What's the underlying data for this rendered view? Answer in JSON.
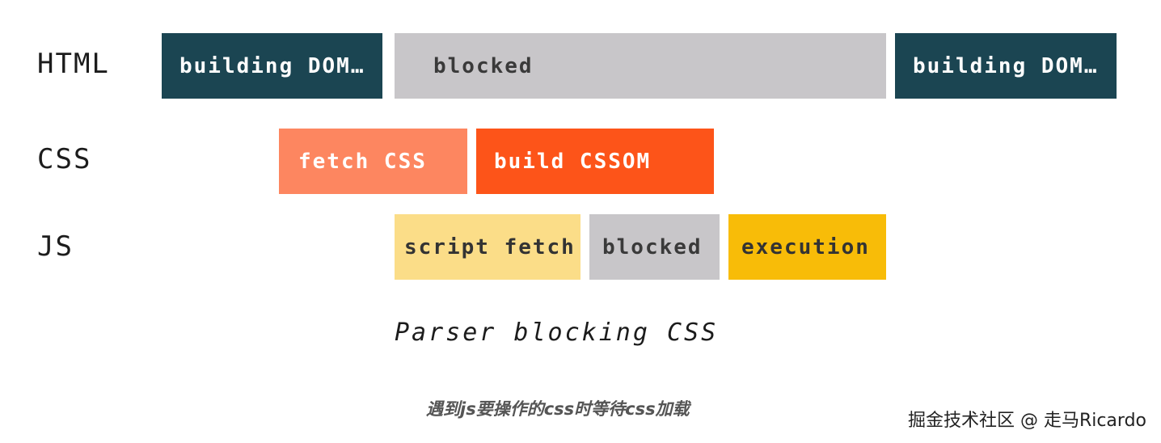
{
  "rows": {
    "html": "HTML",
    "css": "CSS",
    "js": "JS"
  },
  "bars": {
    "html_building_1": "building DOM…",
    "html_blocked": "blocked",
    "html_building_2": "building DOM…",
    "css_fetch": "fetch CSS",
    "css_build": "build CSSOM",
    "js_fetch": "script fetch",
    "js_blocked": "blocked",
    "js_execution": "execution"
  },
  "caption": "Parser blocking CSS",
  "note": "遇到js要操作的css时等待css加载",
  "watermark": "掘金技术社区 @ 走马Ricardo",
  "colors": {
    "dom": "#1b4552",
    "blocked": "#c8c6c9",
    "fetch_css": "#fd8660",
    "build_cssom": "#fd5419",
    "script_fetch": "#fbdd88",
    "execution": "#f8bc08"
  }
}
